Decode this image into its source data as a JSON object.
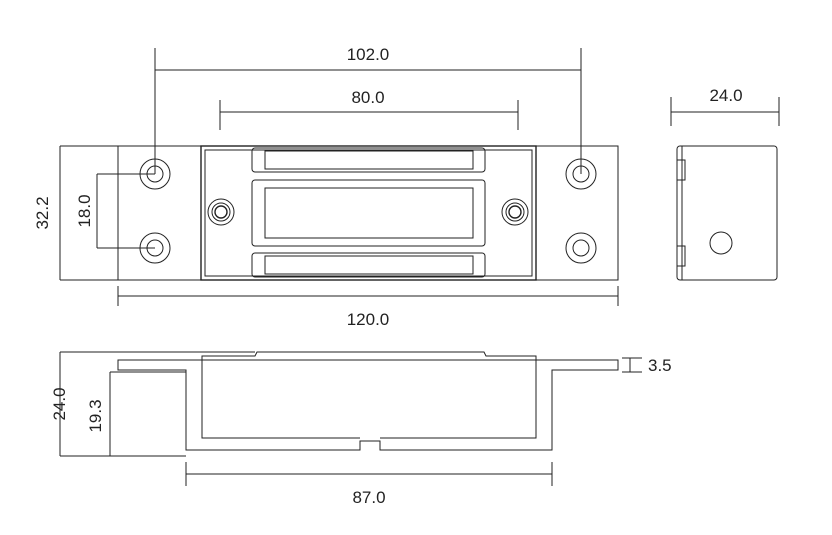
{
  "dimensions": {
    "top_overall_hole_spacing": "102.0",
    "top_inner_spacing": "80.0",
    "side_width": "24.0",
    "height_overall": "32.2",
    "hole_vertical_spacing": "18.0",
    "overall_length": "120.0",
    "flange_thickness": "3.5",
    "front_height": "24.0",
    "front_inner_height": "19.3",
    "bottom_width": "87.0"
  },
  "colors": {
    "line": "#222222",
    "background": "#ffffff"
  }
}
